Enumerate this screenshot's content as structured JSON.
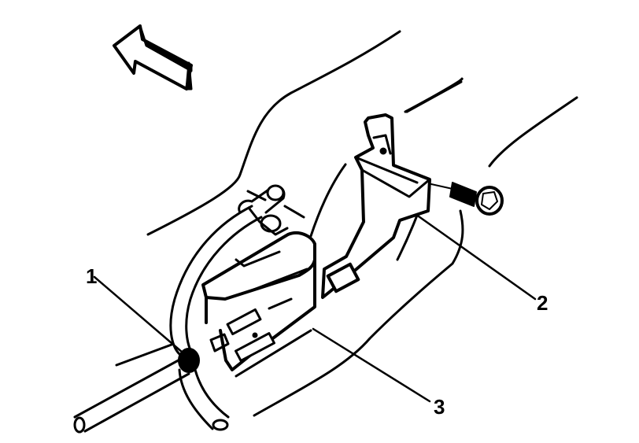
{
  "diagram": {
    "type": "exploded-parts-illustration",
    "style": "black line art on white",
    "colors": {
      "ink": "#000000",
      "background": "#ffffff"
    },
    "direction_indicator": {
      "icon": "arrow-forward-icon",
      "pointing": "up-left"
    },
    "callouts": [
      {
        "id": "1",
        "label": "1",
        "points_to": "hose-clamp-fitting"
      },
      {
        "id": "2",
        "label": "2",
        "points_to": "mounting-bracket"
      },
      {
        "id": "3",
        "label": "3",
        "points_to": "module-housing"
      }
    ],
    "components": [
      "direction-arrow",
      "body-panel-outline",
      "hose",
      "hose-clamp-fitting",
      "vent-nipple",
      "module-housing",
      "mounting-bracket",
      "bolt"
    ]
  }
}
